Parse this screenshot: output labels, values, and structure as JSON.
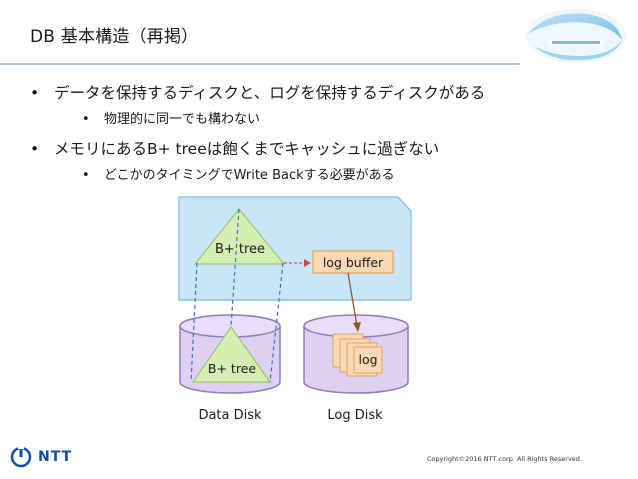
{
  "slide": {
    "title": "DB 基本構造（再掲）",
    "bullets": [
      {
        "marker": "•",
        "text": "データを保持するディスクと、ログを保持するディスクがある",
        "sub": [
          {
            "marker": "•",
            "text": "物理的に同一でも構わない"
          }
        ]
      },
      {
        "marker": "•",
        "text": "メモリにあるB+ treeは飽くまでキャッシュに過ぎない",
        "sub": [
          {
            "marker": "•",
            "text": "どこかのタイミングでWrite Backする必要がある"
          }
        ]
      }
    ],
    "footer": {
      "logo_text": "NTT",
      "copyright": "Copyright©2016  NTT corp. All Rights Reserved."
    }
  },
  "diagram": {
    "memory_btree_label": "B+ tree",
    "log_buffer_label": "log buffer",
    "disk_btree_label": "B+ tree",
    "log_label": "log",
    "data_disk_label": "Data Disk",
    "log_disk_label": "Log Disk",
    "colors": {
      "memory_fill": "#c9e6f8",
      "memory_stroke": "#8fc3e6",
      "disk_fill": "#ddd0f0",
      "disk_stroke": "#8f7bbf",
      "tree_fill": "#d6edb4",
      "tree_stroke": "#9bc46a",
      "log_fill": "#fbd8b4",
      "log_stroke": "#e0a060",
      "arrow_red": "#c0504d",
      "arrow_brown": "#8b5a2b",
      "dashed_blue": "#3a6fc0"
    }
  }
}
